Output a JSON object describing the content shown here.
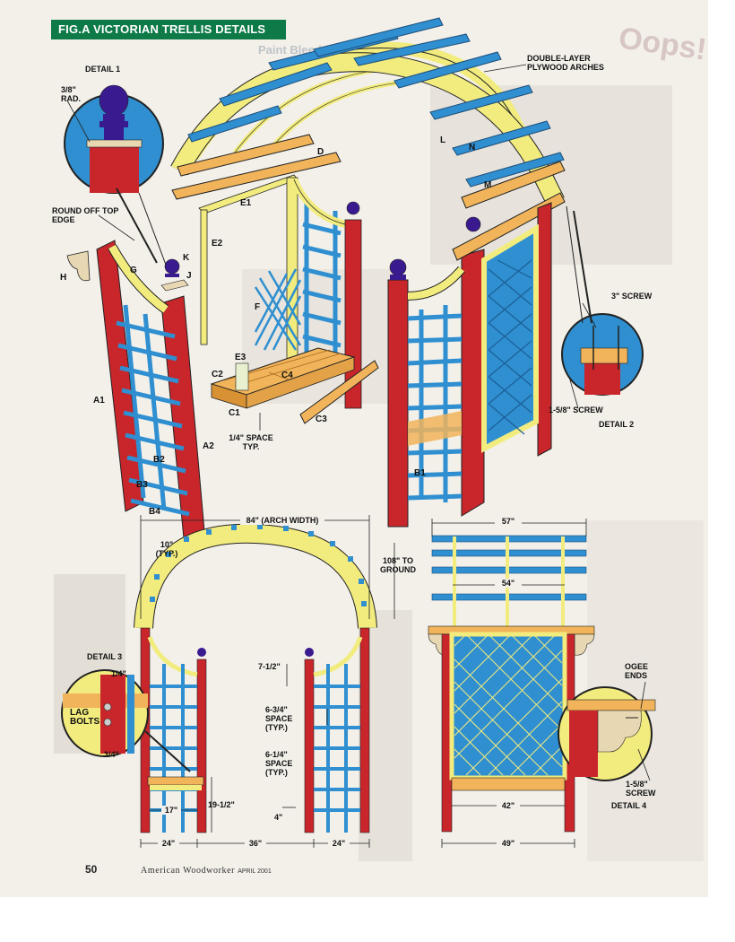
{
  "title": "FIG.A VICTORIAN TRELLIS DETAILS",
  "footer": {
    "page": "50",
    "magazine": "American Woodworker",
    "date": "APRIL 2001"
  },
  "background_text": {
    "banner": "Oops!",
    "heading": "Paint Bleed-Through"
  },
  "colors": {
    "red": "#c8262b",
    "blue": "#2f8fd0",
    "yellow": "#f2ec7e",
    "wood": "#f1b45a",
    "purple": "#3a1a8f",
    "title_bg": "#0d7a48"
  },
  "callouts": {
    "detail1": "DETAIL 1",
    "rad": "3/8\" RAD.",
    "round_off": "ROUND OFF TOP EDGE",
    "arches": "DOUBLE-LAYER PLYWOOD ARCHES",
    "screw3": "3\" SCREW",
    "screw158_d2": "1-5/8\" SCREW",
    "detail2": "DETAIL 2",
    "space14": "1/4\" SPACE TYP.",
    "detail3": "DETAIL 3",
    "lag": "LAG BOLTS",
    "quarter": "1/4\"",
    "three_quarter": "3/4\"",
    "ogee": "OGEE ENDS",
    "screw158_d4": "1-5/8\" SCREW",
    "detail4": "DETAIL 4"
  },
  "parts": {
    "H": "H",
    "G": "G",
    "K": "K",
    "J": "J",
    "A1": "A1",
    "A2": "A2",
    "B2": "B2",
    "B3": "B3",
    "B4": "B4",
    "E1": "E1",
    "E2": "E2",
    "D": "D",
    "L": "L",
    "N": "N",
    "M": "M",
    "F": "F",
    "E3": "E3",
    "C2": "C2",
    "C4": "C4",
    "C1": "C1",
    "C3": "C3",
    "B1": "B1"
  },
  "dimensions": {
    "arch_width": "84\" (ARCH WIDTH)",
    "ten_typ": "10\" (TYP.)",
    "height_108": "108\" TO GROUND",
    "d57": "57\"",
    "d54": "54\"",
    "d7_5": "7-1/2\"",
    "d6_75": "6-3/4\" SPACE (TYP.)",
    "d6_25": "6-1/4\" SPACE (TYP.)",
    "d4": "4\"",
    "d17": "17\"",
    "d19_5": "19-1/2\"",
    "d24a": "24\"",
    "d36": "36\"",
    "d24b": "24\"",
    "d42": "42\"",
    "d49": "49\""
  }
}
